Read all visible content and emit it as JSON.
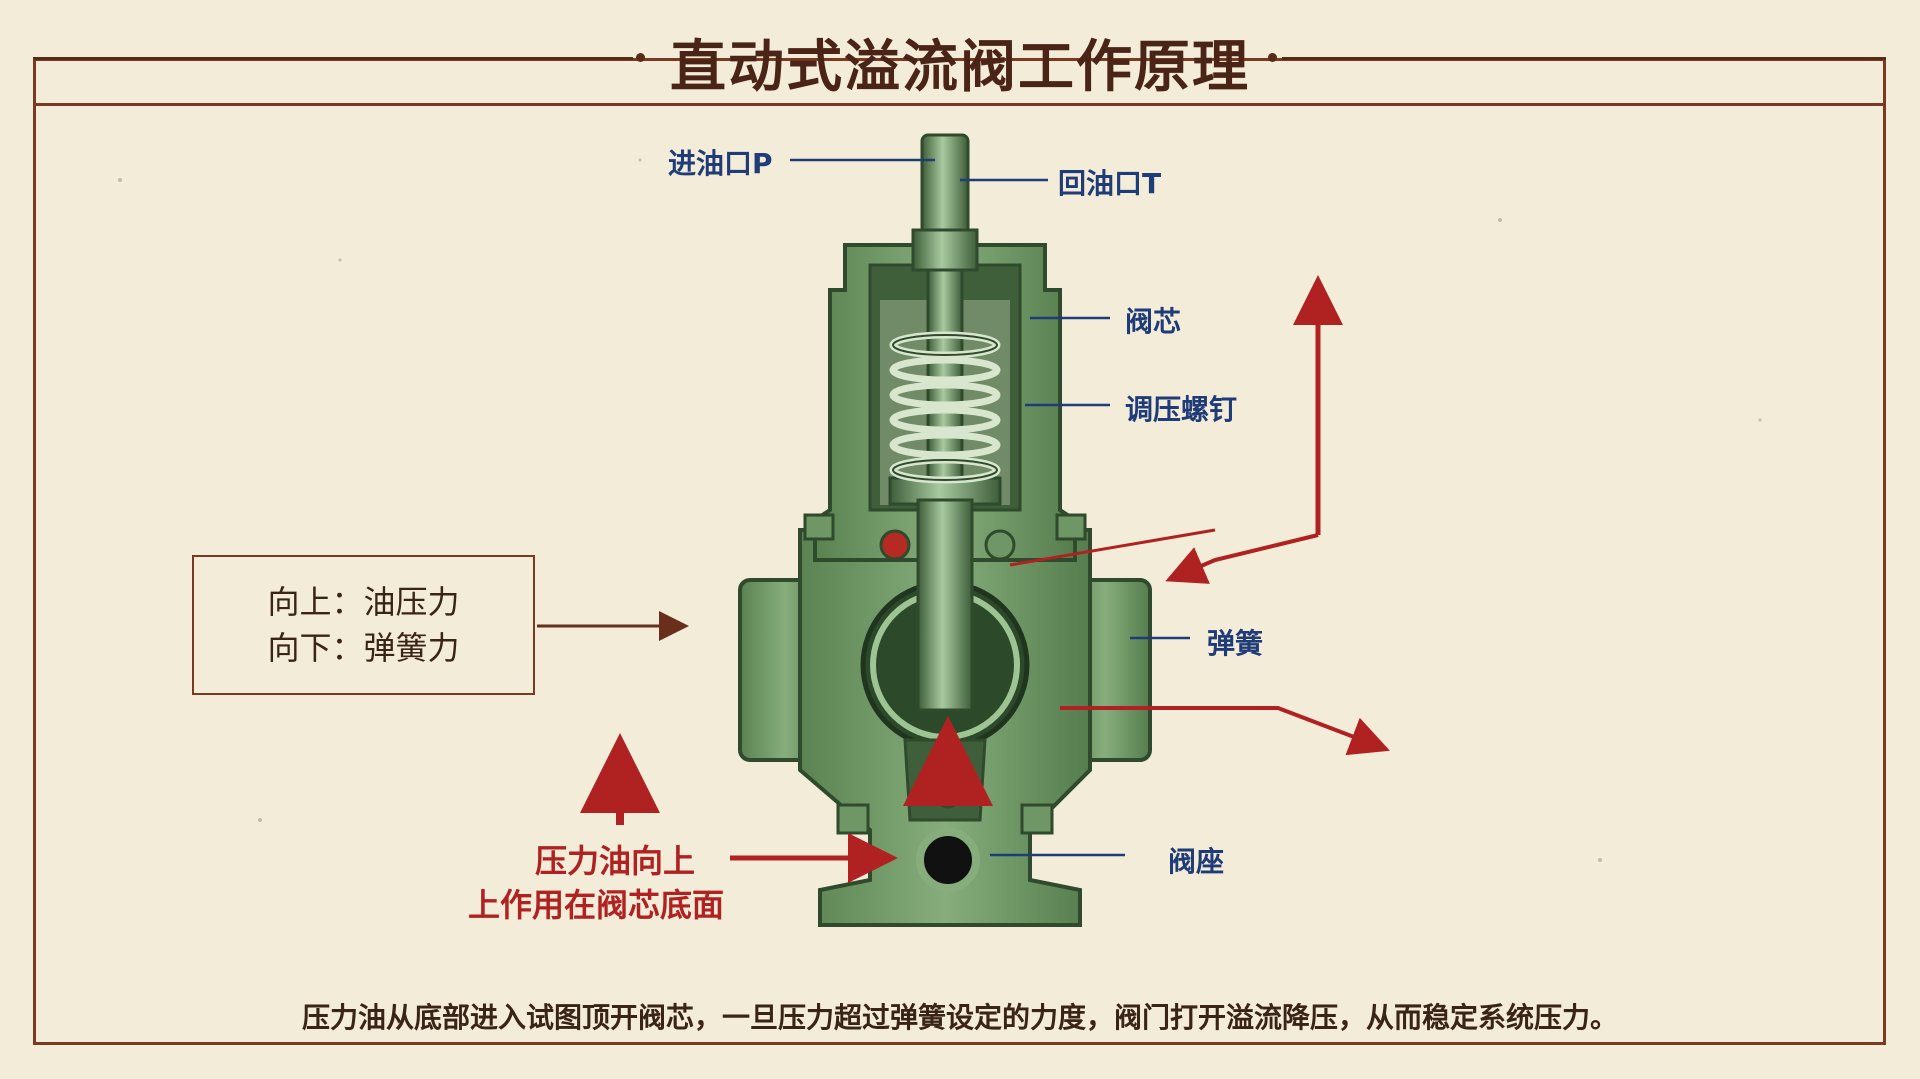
{
  "title": "直动式溢流阀工作原理",
  "labels": {
    "inlet_p": "进油口P",
    "return_t": "回油口T",
    "valve_core": "阀芯",
    "adjust_screw": "调压螺钉",
    "spring": "弹簧",
    "valve_seat": "阀座"
  },
  "force_note": {
    "up": "向上：油压力",
    "down": "向下：弹簧力"
  },
  "pressure_note": {
    "line1": "压力油向上",
    "line2": "上作用在阀芯底面"
  },
  "caption": "压力油从底部进入试图顶开阀芯，一旦压力超过弹簧设定的力度，阀门打开溢流降压，从而稳定系统压力。",
  "colors": {
    "background": "#f3ecd9",
    "frame": "#7a3a22",
    "valve_body": "#6f9966",
    "valve_dark": "#2f4a2c",
    "leader_blue": "#1f3c78",
    "arrow_red": "#b02222"
  }
}
